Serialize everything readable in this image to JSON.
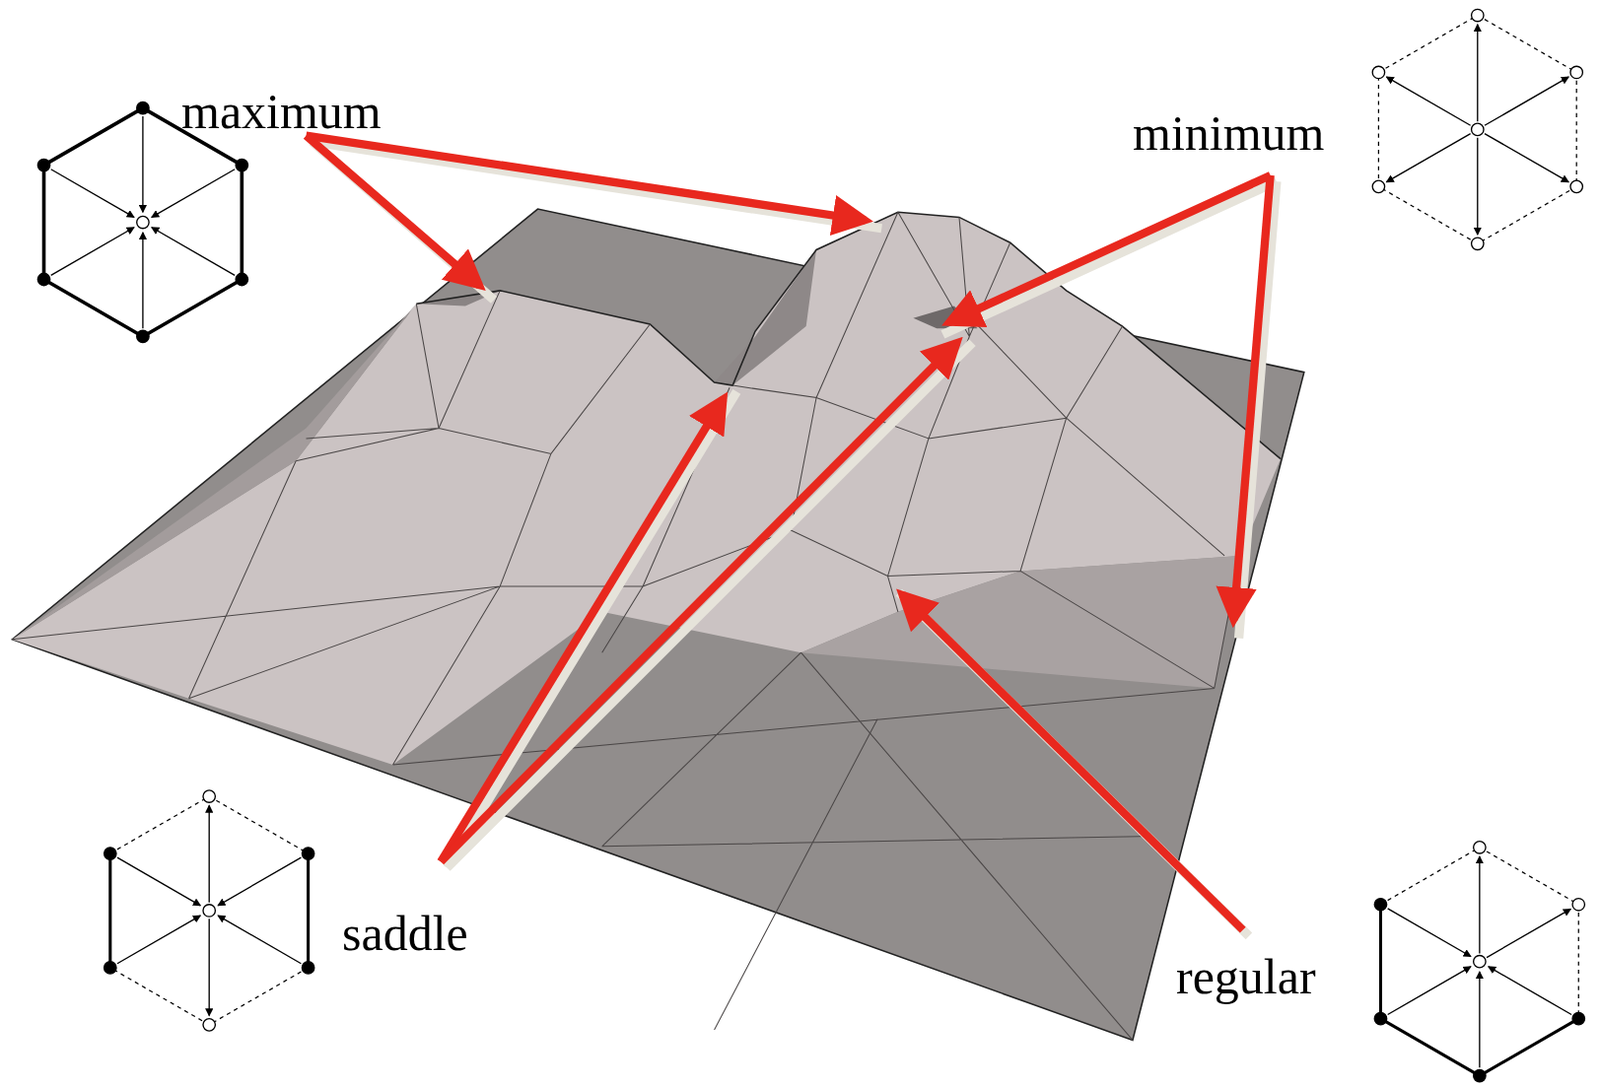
{
  "diagram": {
    "labels": [
      "maximum",
      "minimum",
      "saddle",
      "regular"
    ]
  }
}
